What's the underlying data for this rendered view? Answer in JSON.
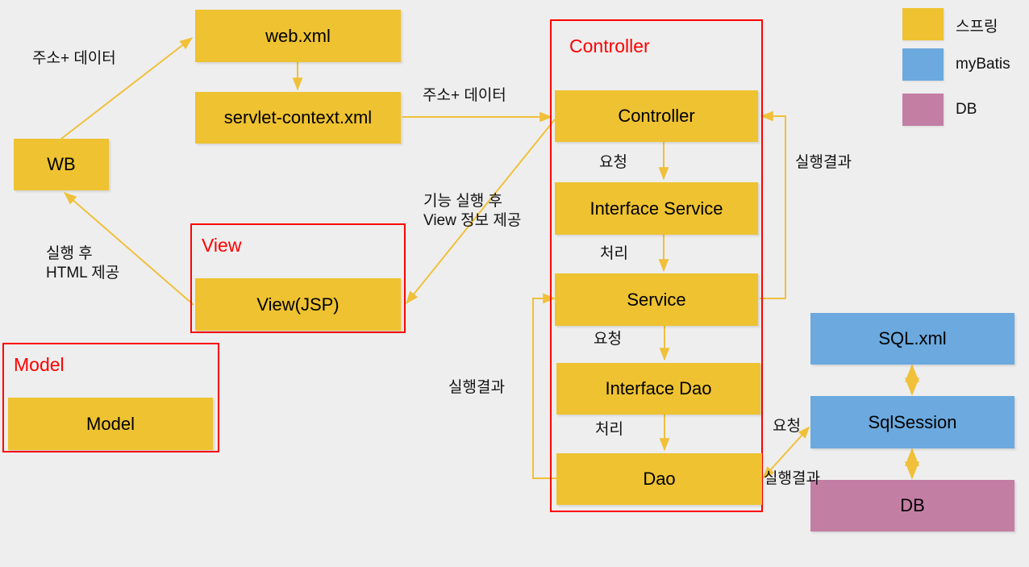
{
  "diagram": {
    "title": "Spring MVC / myBatis flow diagram",
    "background": "#eeeeee",
    "colors": {
      "spring": "#eec231",
      "mybatis": "#6ba9de",
      "db": "#c37ea4",
      "group_border": "#ff0000",
      "arrow": "#f0c03a",
      "text": "#111111"
    }
  },
  "nodes": {
    "web_xml": "web.xml",
    "servlet_context": "servlet-context.xml",
    "wb": "WB",
    "view_jsp": "View(JSP)",
    "model": "Model",
    "controller": "Controller",
    "interface_service": "Interface Service",
    "service": "Service",
    "interface_dao": "Interface Dao",
    "dao": "Dao",
    "sql_xml": "SQL.xml",
    "sql_session": "SqlSession",
    "db": "DB"
  },
  "groups": {
    "controller": "Controller",
    "view": "View",
    "model": "Model"
  },
  "edge_labels": {
    "addr_data_left": "주소+ 데이터",
    "addr_data_mid": "주소+ 데이터",
    "run_html": "실행 후\nHTML 제공",
    "view_info": "기능 실행 후\nView 정보 제공",
    "request_1": "요청",
    "process_1": "처리",
    "request_2": "요청",
    "process_2": "처리",
    "result_right": "실행결과",
    "result_left": "실행결과",
    "request_db": "요청",
    "result_db": "실행결과"
  },
  "legend": {
    "items": [
      {
        "label": "스프링",
        "color": "#eec231"
      },
      {
        "label": "myBatis",
        "color": "#6ba9de"
      },
      {
        "label": "DB",
        "color": "#c37ea4"
      }
    ]
  }
}
